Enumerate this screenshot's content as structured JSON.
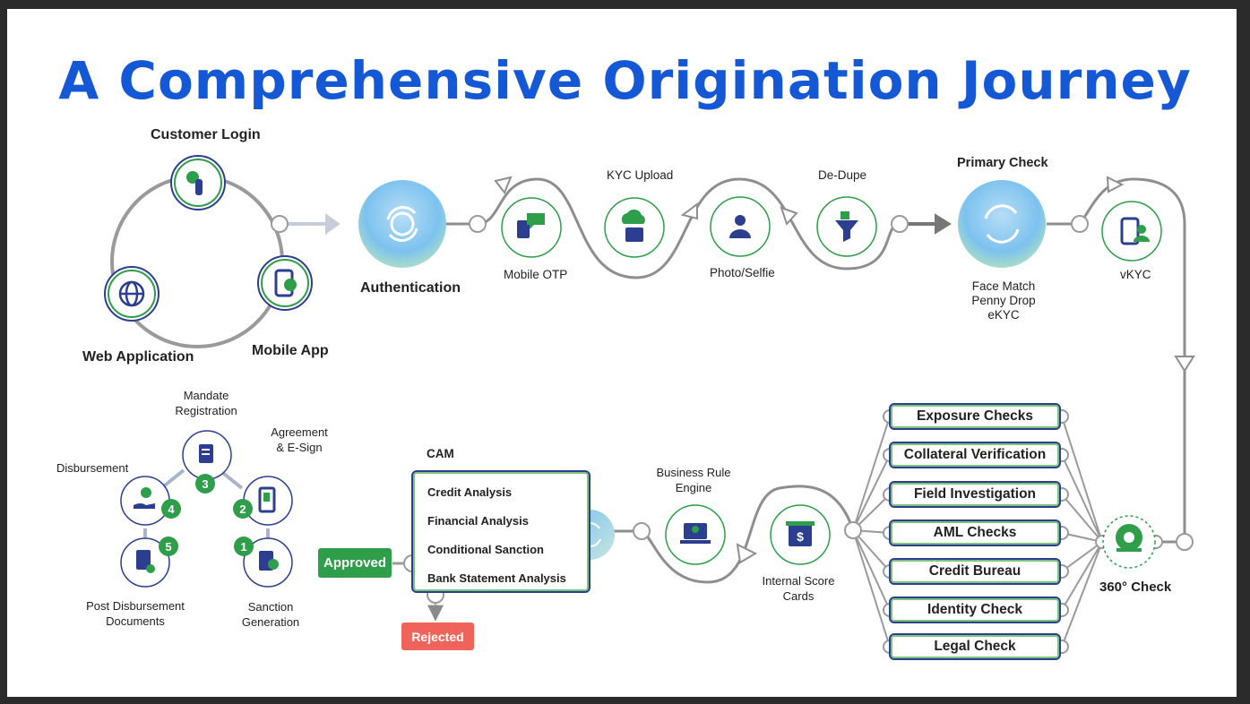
{
  "title": "A Comprehensive Origination Journey",
  "login": {
    "customer_login": "Customer Login",
    "web_application": "Web Application",
    "mobile_app": "Mobile App"
  },
  "authentication": "Authentication",
  "steps": {
    "mobile_otp": "Mobile OTP",
    "kyc_upload": "KYC Upload",
    "photo_selfie": "Photo/Selfie",
    "de_dupe": "De-Dupe",
    "primary_check": "Primary Check",
    "face_match": "Face Match",
    "penny_drop": "Penny Drop",
    "ekyc": "eKYC",
    "vkyc": "vKYC"
  },
  "checks": [
    "Exposure Checks",
    "Collateral Verification",
    "Field Investigation",
    "AML Checks",
    "Credit Bureau",
    "Identity Check",
    "Legal Check"
  ],
  "check_360": "360° Check",
  "scoring": {
    "internal_score_line1": "Internal Score",
    "internal_score_line2": "Cards",
    "bre_line1": "Business Rule",
    "bre_line2": "Engine"
  },
  "cam": {
    "title": "CAM",
    "items": [
      "Credit Analysis",
      "Financial Analysis",
      "Conditional Sanction",
      "Bank Statement Analysis"
    ]
  },
  "approved": "Approved",
  "rejected": "Rejected",
  "post_approval": {
    "mandate_line1": "Mandate",
    "mandate_line2": "Registration",
    "agreement_line1": "Agreement",
    "agreement_line2": "& E-Sign",
    "disbursement": "Disbursement",
    "post_disb_line1": "Post Disbursement",
    "post_disb_line2": "Documents",
    "sanction_line1": "Sanction",
    "sanction_line2": "Generation",
    "n1": "1",
    "n2": "2",
    "n3": "3",
    "n4": "4",
    "n5": "5"
  },
  "colors": {
    "title_blue": "#1458d6",
    "navy": "#2c3e8f",
    "green": "#2e9e4a",
    "approved_green": "#2e9e4a",
    "rejected_red": "#f0635a",
    "connector_gray": "#9a9a9a"
  }
}
